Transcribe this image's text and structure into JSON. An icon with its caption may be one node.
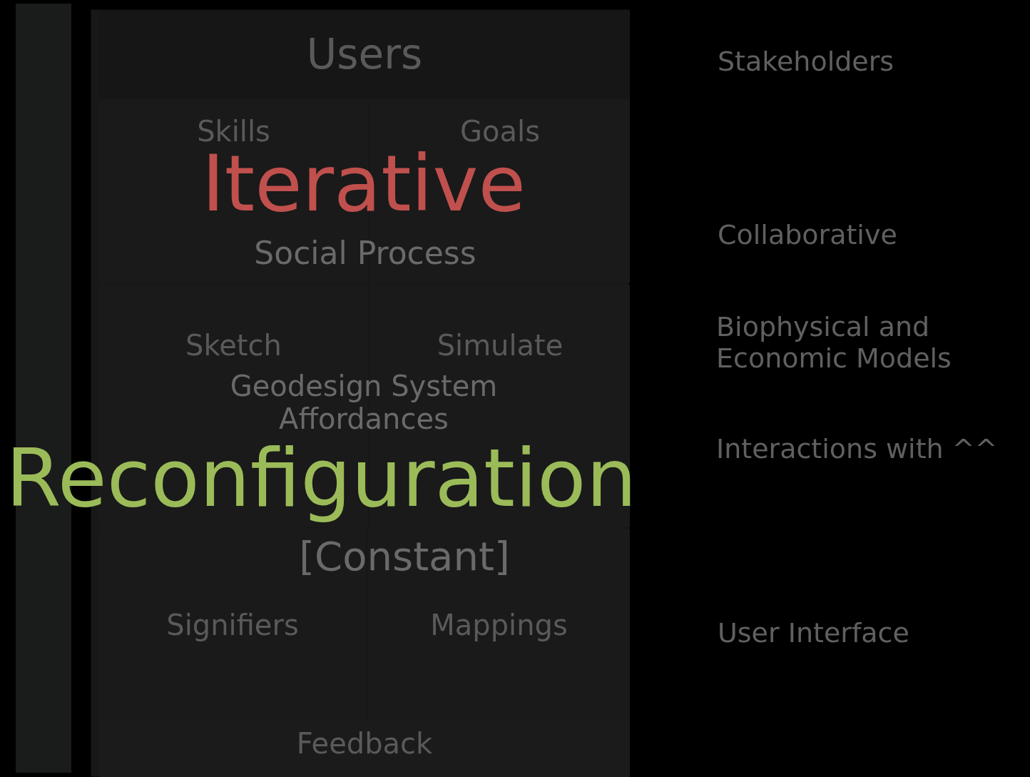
{
  "diagram": {
    "nodes": [
      {
        "text": [],
        "shape": "bar"
      },
      {
        "text": [],
        "shape": "box"
      },
      {
        "text": [
          "Users"
        ],
        "in": 1
      },
      {
        "text": [
          "Skills"
        ],
        "in": 1
      },
      {
        "text": [
          "Goals"
        ],
        "in": 1
      },
      {
        "text": [
          "Sketch"
        ],
        "in": 1
      },
      {
        "text": [
          "Simulate"
        ],
        "in": 1
      },
      {
        "text": [
          "Signifiers"
        ],
        "in": 1
      },
      {
        "text": [
          "Mappings"
        ],
        "in": 1
      },
      {
        "text": [
          "Feedback"
        ],
        "in": 1
      }
    ],
    "labels": [
      "Stakeholders",
      "Social Process",
      "Collaborative",
      "Biophysical and Economic Models",
      "Geodesign System Affordances",
      "Interactions with ^^",
      "[Constant]",
      "User Interface",
      "Iterative",
      "Reconfiguration"
    ]
  }
}
